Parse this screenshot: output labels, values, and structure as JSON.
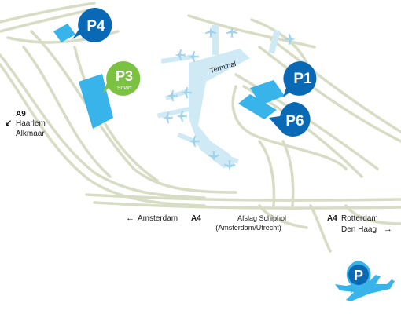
{
  "colors": {
    "background": "#ffffff",
    "road": "#d7dcc4",
    "terminal": "#cfeaf5",
    "plane": "#9fd3ec",
    "parking_light": "#39b4ea",
    "marker_blue": "#0a69b5",
    "marker_green": "#7cc242",
    "text": "#1a1a1a"
  },
  "terminal": {
    "label": "Terminal"
  },
  "parkings": {
    "p1": {
      "label": "P1"
    },
    "p3": {
      "label": "P3",
      "sublabel": "Smart"
    },
    "p4": {
      "label": "P4"
    },
    "p6": {
      "label": "P6"
    }
  },
  "directions": {
    "a9": {
      "road": "A9",
      "line1": "Haarlem",
      "line2": "Alkmaar",
      "arrow": "↙"
    },
    "amsterdam": {
      "arrow": "←",
      "city": "Amsterdam",
      "road": "A4"
    },
    "schiphol_exit": {
      "line1": "Afslag Schiphol",
      "line2": "(Amsterdam/Utrecht)"
    },
    "rotterdam": {
      "road": "A4",
      "line1": "Rotterdam",
      "line2": "Den Haag",
      "arrow": "→"
    }
  },
  "logo": {
    "icon": "parking-plane-logo"
  }
}
